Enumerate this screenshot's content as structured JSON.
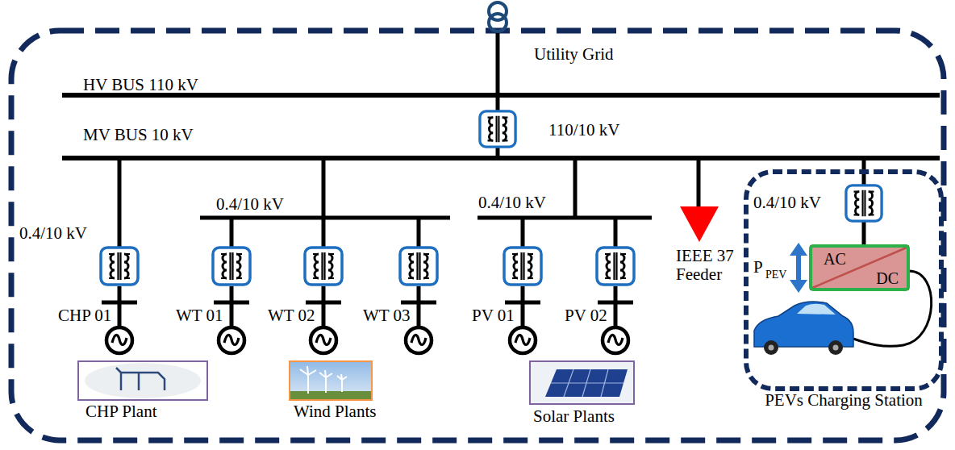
{
  "diagram": {
    "nodes": [
      {
        "text": [
          "CHP Plant"
        ]
      },
      {
        "text": [
          "Wind Plants"
        ]
      },
      {
        "text": [
          "Solar Plants"
        ]
      },
      {
        "text": [
          "PEVs Charging Station"
        ]
      },
      {
        "text": [
          "AC",
          "DC"
        ],
        "in": 3
      }
    ],
    "labels": [
      "Utility Grid",
      "HV BUS 110 kV",
      "MV BUS 10 kV",
      "110/10 kV",
      "0.4/10 kV",
      "0.4/10 kV",
      "0.4/10 kV",
      "IEEE 37 Feeder",
      "0.4/10 kV",
      "P",
      "PEV",
      "CHP 01",
      "WT 01",
      "WT 02",
      "WT 03",
      "PV 01",
      "PV 02"
    ]
  }
}
